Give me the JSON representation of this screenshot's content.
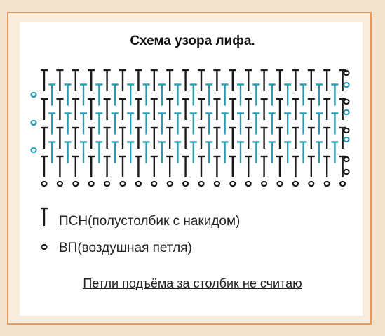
{
  "title": "Схема узора лифа.",
  "colors": {
    "frame_border": "#e89a5e",
    "background": "#f3e4d0",
    "panel": "#ffffff",
    "dark_stitch": "#1a1a1a",
    "teal_stitch": "#2a9bb0"
  },
  "diagram": {
    "symbols": [
      "hdc-symbol",
      "chain-symbol"
    ],
    "foundation_chain_count": 20,
    "dark_stitches_per_row": 20,
    "teal_stitches_per_row": 19,
    "rows": [
      "dark",
      "teal",
      "dark",
      "teal",
      "dark",
      "teal",
      "dark"
    ]
  },
  "legend": {
    "items": [
      {
        "icon": "hdc-icon",
        "label": "ПСН(полустолбик с накидом)"
      },
      {
        "icon": "chain-stitch-icon",
        "label": "ВП(воздушная петля)"
      }
    ]
  },
  "note": "Петли подъёма за столбик не считаю"
}
